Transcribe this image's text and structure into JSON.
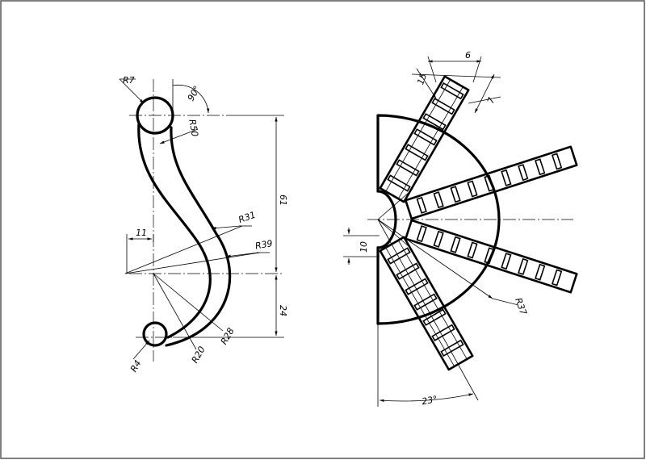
{
  "left_view": {
    "labels": {
      "r7": "R7",
      "angle90": "90°",
      "r50": "R50",
      "d61": "61",
      "d11": "11",
      "r31": "R31",
      "r39": "R39",
      "d24": "24",
      "r28": "R28",
      "r20": "R20",
      "r4": "R4"
    }
  },
  "right_view": {
    "labels": {
      "d6": "6",
      "d15": "15",
      "d7": "7",
      "d10": "10",
      "r37": "R37",
      "angle23": "23°"
    }
  }
}
